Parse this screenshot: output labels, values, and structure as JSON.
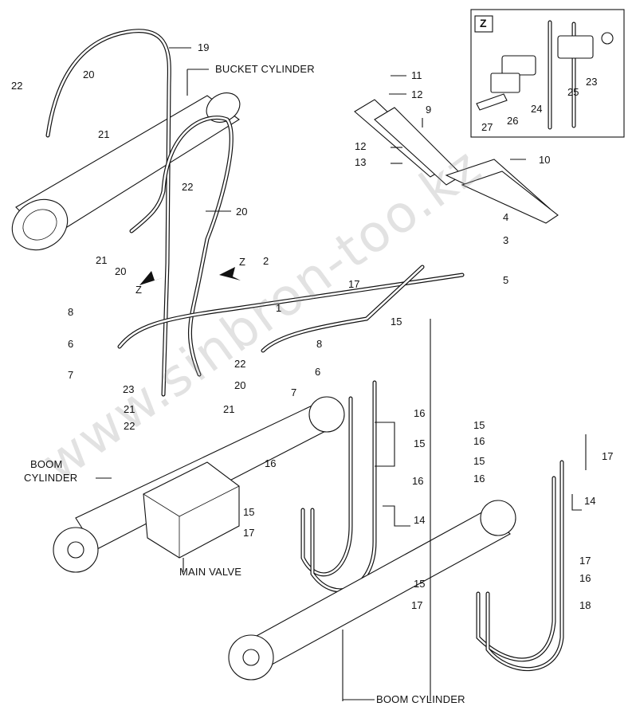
{
  "watermark": "www.sinbron-too.kz",
  "detail_view": {
    "letter": "Z"
  },
  "captions": {
    "bucket_cylinder": "BUCKET CYLINDER",
    "boom_cylinder_left_1": "BOOM",
    "boom_cylinder_left_2": "CYLINDER",
    "main_valve": "MAIN VALVE",
    "boom_cylinder_bottom": "BOOM CYLINDER"
  },
  "view_markers": [
    "Z",
    "Z"
  ],
  "callouts": [
    "1",
    "2",
    "3",
    "4",
    "5",
    "6",
    "6",
    "7",
    "7",
    "8",
    "8",
    "9",
    "10",
    "11",
    "12",
    "12",
    "13",
    "14",
    "14",
    "15",
    "15",
    "15",
    "15",
    "15",
    "15",
    "16",
    "16",
    "16",
    "16",
    "16",
    "16",
    "17",
    "17",
    "17",
    "17",
    "17",
    "18",
    "19",
    "20",
    "20",
    "20",
    "20",
    "21",
    "21",
    "21",
    "21",
    "22",
    "22",
    "22",
    "22",
    "23",
    "23",
    "24",
    "25",
    "26",
    "27"
  ]
}
